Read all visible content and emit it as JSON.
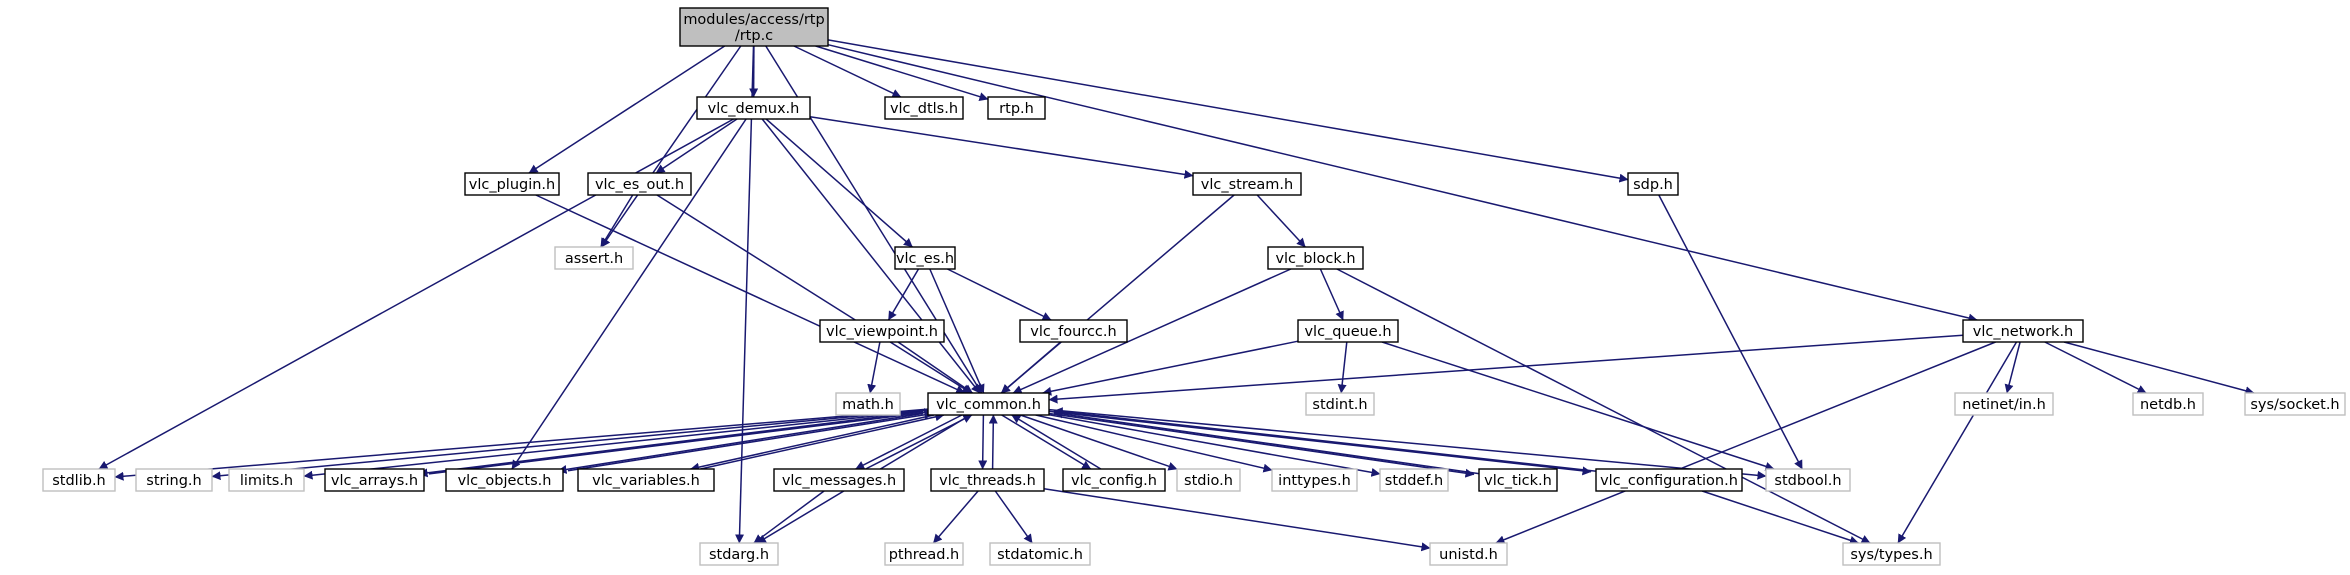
{
  "diagram": {
    "title": "",
    "colors": {
      "edge": "#191970",
      "root_fill": "#bfbfbf",
      "root_stroke": "#000000",
      "header_stroke": "#000000",
      "external_stroke": "#bfbfbf",
      "node_fill": "#ffffff"
    },
    "nodes": [
      {
        "id": "rtp_c",
        "lines": [
          "modules/access/rtp",
          "/rtp.c"
        ],
        "kind": "root"
      },
      {
        "id": "vlc_demux",
        "lines": [
          "vlc_demux.h"
        ],
        "kind": "header"
      },
      {
        "id": "vlc_dtls",
        "lines": [
          "vlc_dtls.h"
        ],
        "kind": "header"
      },
      {
        "id": "rtp_h",
        "lines": [
          "rtp.h"
        ],
        "kind": "header"
      },
      {
        "id": "vlc_plugin",
        "lines": [
          "vlc_plugin.h"
        ],
        "kind": "header"
      },
      {
        "id": "vlc_es_out",
        "lines": [
          "vlc_es_out.h"
        ],
        "kind": "header"
      },
      {
        "id": "vlc_stream",
        "lines": [
          "vlc_stream.h"
        ],
        "kind": "header"
      },
      {
        "id": "sdp",
        "lines": [
          "sdp.h"
        ],
        "kind": "header"
      },
      {
        "id": "assert",
        "lines": [
          "assert.h"
        ],
        "kind": "external"
      },
      {
        "id": "vlc_es",
        "lines": [
          "vlc_es.h"
        ],
        "kind": "header"
      },
      {
        "id": "vlc_block",
        "lines": [
          "vlc_block.h"
        ],
        "kind": "header"
      },
      {
        "id": "vlc_viewpoint",
        "lines": [
          "vlc_viewpoint.h"
        ],
        "kind": "header"
      },
      {
        "id": "vlc_fourcc",
        "lines": [
          "vlc_fourcc.h"
        ],
        "kind": "header"
      },
      {
        "id": "vlc_queue",
        "lines": [
          "vlc_queue.h"
        ],
        "kind": "header"
      },
      {
        "id": "vlc_network",
        "lines": [
          "vlc_network.h"
        ],
        "kind": "header"
      },
      {
        "id": "math",
        "lines": [
          "math.h"
        ],
        "kind": "external"
      },
      {
        "id": "vlc_common",
        "lines": [
          "vlc_common.h"
        ],
        "kind": "header"
      },
      {
        "id": "stdint",
        "lines": [
          "stdint.h"
        ],
        "kind": "external"
      },
      {
        "id": "netinet_in",
        "lines": [
          "netinet/in.h"
        ],
        "kind": "external"
      },
      {
        "id": "netdb",
        "lines": [
          "netdb.h"
        ],
        "kind": "external"
      },
      {
        "id": "sys_socket",
        "lines": [
          "sys/socket.h"
        ],
        "kind": "external"
      },
      {
        "id": "stdlib",
        "lines": [
          "stdlib.h"
        ],
        "kind": "external"
      },
      {
        "id": "string",
        "lines": [
          "string.h"
        ],
        "kind": "external"
      },
      {
        "id": "limits",
        "lines": [
          "limits.h"
        ],
        "kind": "external"
      },
      {
        "id": "vlc_arrays",
        "lines": [
          "vlc_arrays.h"
        ],
        "kind": "header"
      },
      {
        "id": "vlc_objects",
        "lines": [
          "vlc_objects.h"
        ],
        "kind": "header"
      },
      {
        "id": "vlc_variables",
        "lines": [
          "vlc_variables.h"
        ],
        "kind": "header"
      },
      {
        "id": "vlc_messages",
        "lines": [
          "vlc_messages.h"
        ],
        "kind": "header"
      },
      {
        "id": "vlc_threads",
        "lines": [
          "vlc_threads.h"
        ],
        "kind": "header"
      },
      {
        "id": "vlc_config",
        "lines": [
          "vlc_config.h"
        ],
        "kind": "header"
      },
      {
        "id": "stdio",
        "lines": [
          "stdio.h"
        ],
        "kind": "external"
      },
      {
        "id": "inttypes",
        "lines": [
          "inttypes.h"
        ],
        "kind": "external"
      },
      {
        "id": "stddef",
        "lines": [
          "stddef.h"
        ],
        "kind": "external"
      },
      {
        "id": "vlc_tick",
        "lines": [
          "vlc_tick.h"
        ],
        "kind": "header"
      },
      {
        "id": "vlc_configuration",
        "lines": [
          "vlc_configuration.h"
        ],
        "kind": "header"
      },
      {
        "id": "stdbool",
        "lines": [
          "stdbool.h"
        ],
        "kind": "external"
      },
      {
        "id": "stdarg",
        "lines": [
          "stdarg.h"
        ],
        "kind": "external"
      },
      {
        "id": "pthread",
        "lines": [
          "pthread.h"
        ],
        "kind": "external"
      },
      {
        "id": "stdatomic",
        "lines": [
          "stdatomic.h"
        ],
        "kind": "external"
      },
      {
        "id": "unistd",
        "lines": [
          "unistd.h"
        ],
        "kind": "external"
      },
      {
        "id": "sys_types",
        "lines": [
          "sys/types.h"
        ],
        "kind": "external"
      }
    ],
    "edges": [
      [
        "rtp_c",
        "vlc_demux"
      ],
      [
        "rtp_c",
        "vlc_dtls"
      ],
      [
        "rtp_c",
        "rtp_h"
      ],
      [
        "rtp_c",
        "vlc_plugin"
      ],
      [
        "rtp_c",
        "assert"
      ],
      [
        "rtp_c",
        "vlc_common"
      ],
      [
        "rtp_c",
        "stdarg"
      ],
      [
        "rtp_c",
        "sdp"
      ],
      [
        "rtp_c",
        "vlc_network"
      ],
      [
        "vlc_demux",
        "vlc_es_out"
      ],
      [
        "vlc_demux",
        "vlc_stream"
      ],
      [
        "vlc_demux",
        "vlc_es"
      ],
      [
        "vlc_demux",
        "vlc_common"
      ],
      [
        "vlc_demux",
        "stdlib"
      ],
      [
        "vlc_demux",
        "vlc_objects"
      ],
      [
        "vlc_plugin",
        "vlc_common"
      ],
      [
        "vlc_es_out",
        "assert"
      ],
      [
        "vlc_es_out",
        "vlc_common"
      ],
      [
        "vlc_stream",
        "vlc_block"
      ],
      [
        "vlc_stream",
        "vlc_common"
      ],
      [
        "sdp",
        "stdbool"
      ],
      [
        "vlc_es",
        "vlc_viewpoint"
      ],
      [
        "vlc_es",
        "vlc_fourcc"
      ],
      [
        "vlc_es",
        "vlc_common"
      ],
      [
        "vlc_block",
        "vlc_queue"
      ],
      [
        "vlc_block",
        "vlc_common"
      ],
      [
        "vlc_block",
        "sys_types"
      ],
      [
        "vlc_viewpoint",
        "math"
      ],
      [
        "vlc_viewpoint",
        "vlc_common"
      ],
      [
        "vlc_fourcc",
        "vlc_common"
      ],
      [
        "vlc_queue",
        "stdint"
      ],
      [
        "vlc_queue",
        "vlc_common"
      ],
      [
        "vlc_queue",
        "stdbool"
      ],
      [
        "vlc_network",
        "vlc_common"
      ],
      [
        "vlc_network",
        "netinet_in"
      ],
      [
        "vlc_network",
        "netdb"
      ],
      [
        "vlc_network",
        "sys_socket"
      ],
      [
        "vlc_network",
        "sys_types"
      ],
      [
        "vlc_network",
        "unistd"
      ],
      [
        "vlc_common",
        "stdlib"
      ],
      [
        "vlc_common",
        "string"
      ],
      [
        "vlc_common",
        "limits"
      ],
      [
        "vlc_common",
        "vlc_arrays"
      ],
      [
        "vlc_common",
        "vlc_objects"
      ],
      [
        "vlc_common",
        "vlc_variables"
      ],
      [
        "vlc_common",
        "vlc_messages"
      ],
      [
        "vlc_common",
        "vlc_threads"
      ],
      [
        "vlc_common",
        "vlc_config"
      ],
      [
        "vlc_common",
        "stdio"
      ],
      [
        "vlc_common",
        "inttypes"
      ],
      [
        "vlc_common",
        "stddef"
      ],
      [
        "vlc_common",
        "vlc_tick"
      ],
      [
        "vlc_common",
        "vlc_configuration"
      ],
      [
        "vlc_common",
        "stdbool"
      ],
      [
        "vlc_common",
        "stdarg"
      ],
      [
        "vlc_arrays",
        "vlc_common"
      ],
      [
        "vlc_objects",
        "vlc_common"
      ],
      [
        "vlc_variables",
        "vlc_common"
      ],
      [
        "vlc_messages",
        "vlc_common"
      ],
      [
        "vlc_messages",
        "stdarg"
      ],
      [
        "vlc_threads",
        "vlc_common"
      ],
      [
        "vlc_threads",
        "pthread"
      ],
      [
        "vlc_threads",
        "stdatomic"
      ],
      [
        "vlc_threads",
        "unistd"
      ],
      [
        "vlc_config",
        "vlc_common"
      ],
      [
        "vlc_tick",
        "vlc_common"
      ],
      [
        "vlc_configuration",
        "vlc_common"
      ],
      [
        "vlc_configuration",
        "sys_types"
      ]
    ]
  }
}
